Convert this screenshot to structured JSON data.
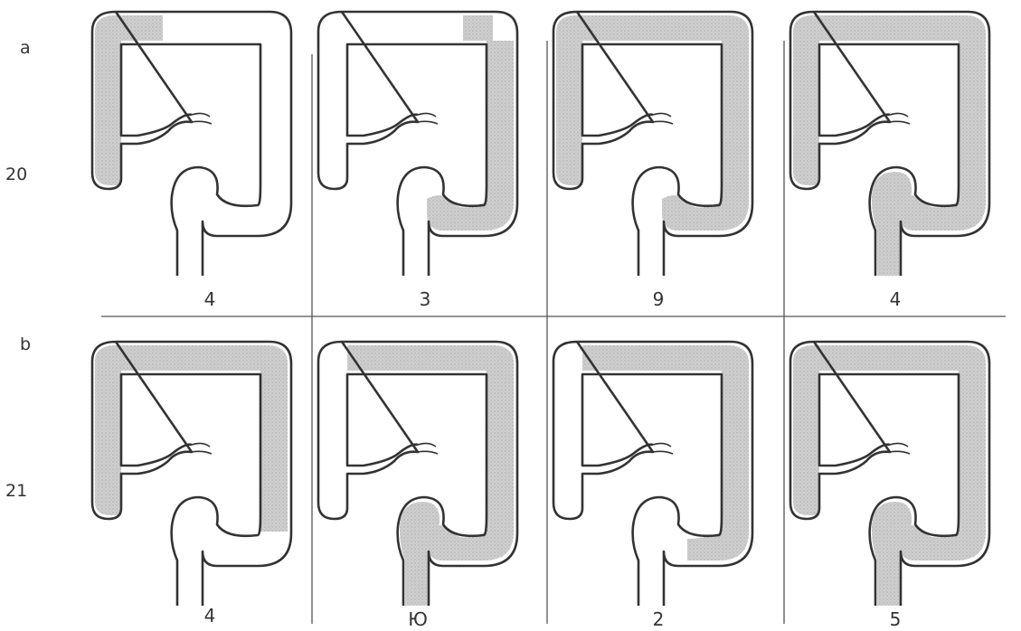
{
  "rows": [
    {
      "letter": "a",
      "number": "20",
      "panels": [
        {
          "count": "4",
          "shaded": [
            "caecum",
            "ascending",
            "hepatic-left"
          ]
        },
        {
          "count": "3",
          "shaded": [
            "descending",
            "sigmoid",
            "transverse-right"
          ]
        },
        {
          "count": "9",
          "shaded": [
            "caecum",
            "ascending",
            "transverse",
            "descending",
            "sigmoid"
          ]
        },
        {
          "count": "4",
          "shaded": [
            "caecum",
            "ascending",
            "transverse",
            "descending",
            "sigmoid",
            "rectum"
          ]
        }
      ]
    },
    {
      "letter": "b",
      "number": "21",
      "panels": [
        {
          "count": "4",
          "shaded": [
            "caecum",
            "ascending",
            "transverse",
            "descending"
          ]
        },
        {
          "count": "Ю",
          "shaded": [
            "transverse",
            "descending",
            "sigmoid",
            "rectum"
          ]
        },
        {
          "count": "2",
          "shaded": [
            "transverse",
            "descending",
            "sigmoid-partial"
          ]
        },
        {
          "count": "5",
          "shaded": [
            "caecum",
            "ascending",
            "transverse",
            "descending",
            "sigmoid",
            "rectum"
          ]
        }
      ]
    }
  ],
  "colors": {
    "shade": "#c9c9c9",
    "outline": "#333333",
    "background": "#ffffff"
  }
}
